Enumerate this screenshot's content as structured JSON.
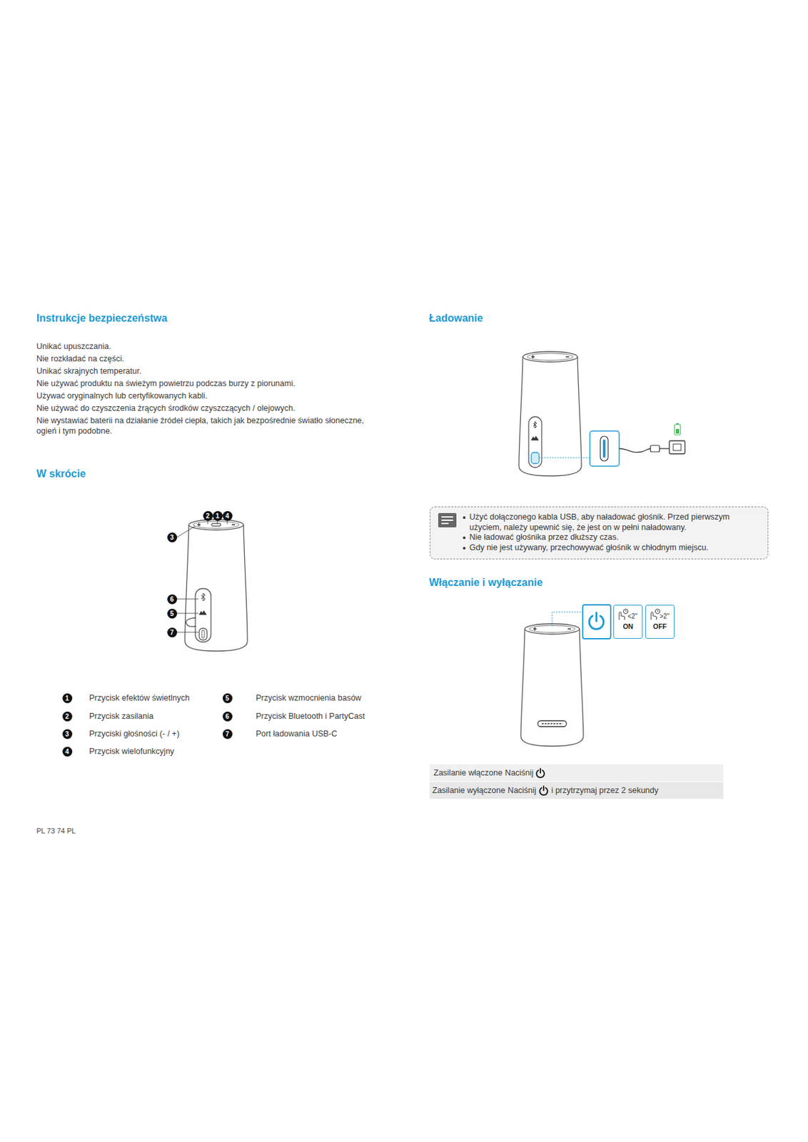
{
  "diagram": {
    "nodes": [
      {
        "text": [
          "Użyć dołączonego kabla USB, aby naładować głośnik. Przed pierwszym użyciem, należy upewnić się, że jest on w pełni naładowany.",
          "Nie ładować głośnika przez dłuższy czas.",
          "Gdy nie jest używany, przechowywać głośnik w chłodnym miejscu."
        ]
      },
      {
        "text": [
          "<2\"",
          "ON"
        ]
      },
      {
        "text": [
          ">2\"",
          "OFF"
        ]
      }
    ],
    "labels": [
      "Instrukcje bezpieczeństwa",
      "Unikać upuszczania.",
      "Nie rozkładać na części.",
      "Unikać skrajnych temperatur.",
      "Nie używać produktu na świeżym powietrzu podczas burzy z piorunami.",
      "Używać oryginalnych lub certyfikowanych kabli.",
      "Nie używać do czyszczenia żrących środków czyszczących / olejowych.",
      "Nie wystawiać baterii na działanie źródeł ciepła, takich jak bezpośrednie światło słoneczne, ogień i tym podobne.",
      "W skrócie",
      "2",
      "1",
      "4",
      "3",
      "6",
      "5",
      "7",
      "1",
      "Przycisk efektów świetlnych",
      "5",
      "Przycisk wzmocnienia basów",
      "2",
      "Przycisk zasilania",
      "6",
      "Przycisk Bluetooth i PartyCast",
      "3",
      "Przyciski głośności (- / +)",
      "7",
      "Port ładowania USB-C",
      "4",
      "Przycisk wielofunkcyjny",
      "Ładowanie",
      "Włączanie i wyłączanie",
      "Zasilanie włączone",
      "Naciśnij",
      "Zasilanie wyłączone",
      "Naciśnij",
      "i przytrzymaj przez 2 sekundy",
      "PL  73  74  PL"
    ]
  }
}
